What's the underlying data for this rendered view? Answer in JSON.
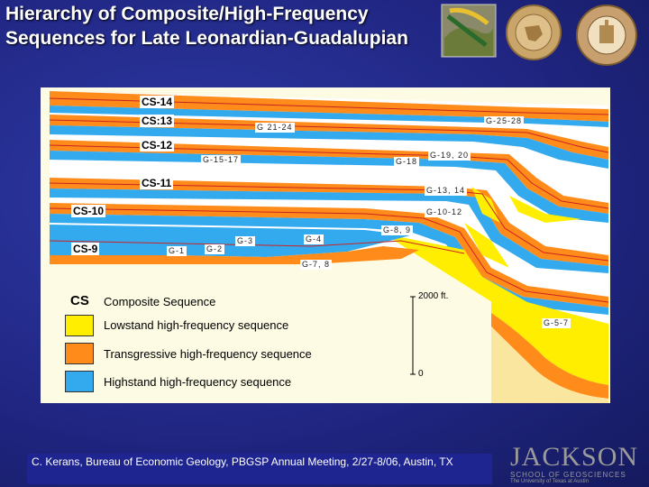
{
  "title": "Hierarchy of Composite/High-Frequency Sequences for Late Leonardian-Guadalupian",
  "colors": {
    "lowstand": "#ffee00",
    "transgressive": "#ff8c1a",
    "highstand": "#33aaee",
    "background": "#1f2580"
  },
  "composite_labels": [
    "CS-14",
    "CS:13",
    "CS-12",
    "CS-11",
    "CS-10",
    "CS-9"
  ],
  "hfs_labels": [
    "G 21-24",
    "G-25-28",
    "G-15-17",
    "G-18",
    "G-19, 20",
    "G-13, 14",
    "G-10-12",
    "G-8, 9",
    "G-1",
    "G-2",
    "G-3",
    "G-4",
    "G-7, 8",
    "G-5-7"
  ],
  "legend": {
    "cs_key": "CS",
    "cs_label": "Composite Sequence",
    "lowstand": "Lowstand high-frequency sequence",
    "transgressive": "Transgressive high-frequency sequence",
    "highstand": "Highstand high-frequency sequence"
  },
  "scale": {
    "top": "2000 ft.",
    "bottom": "0"
  },
  "citation": "C. Kerans, Bureau of Economic Geology, PBGSP Annual Meeting, 2/27-8/06, Austin, TX",
  "logo": {
    "name": "JACKSON",
    "sub": "SCHOOL OF GEOSCIENCES",
    "tiny": "The University of Texas at Austin"
  }
}
